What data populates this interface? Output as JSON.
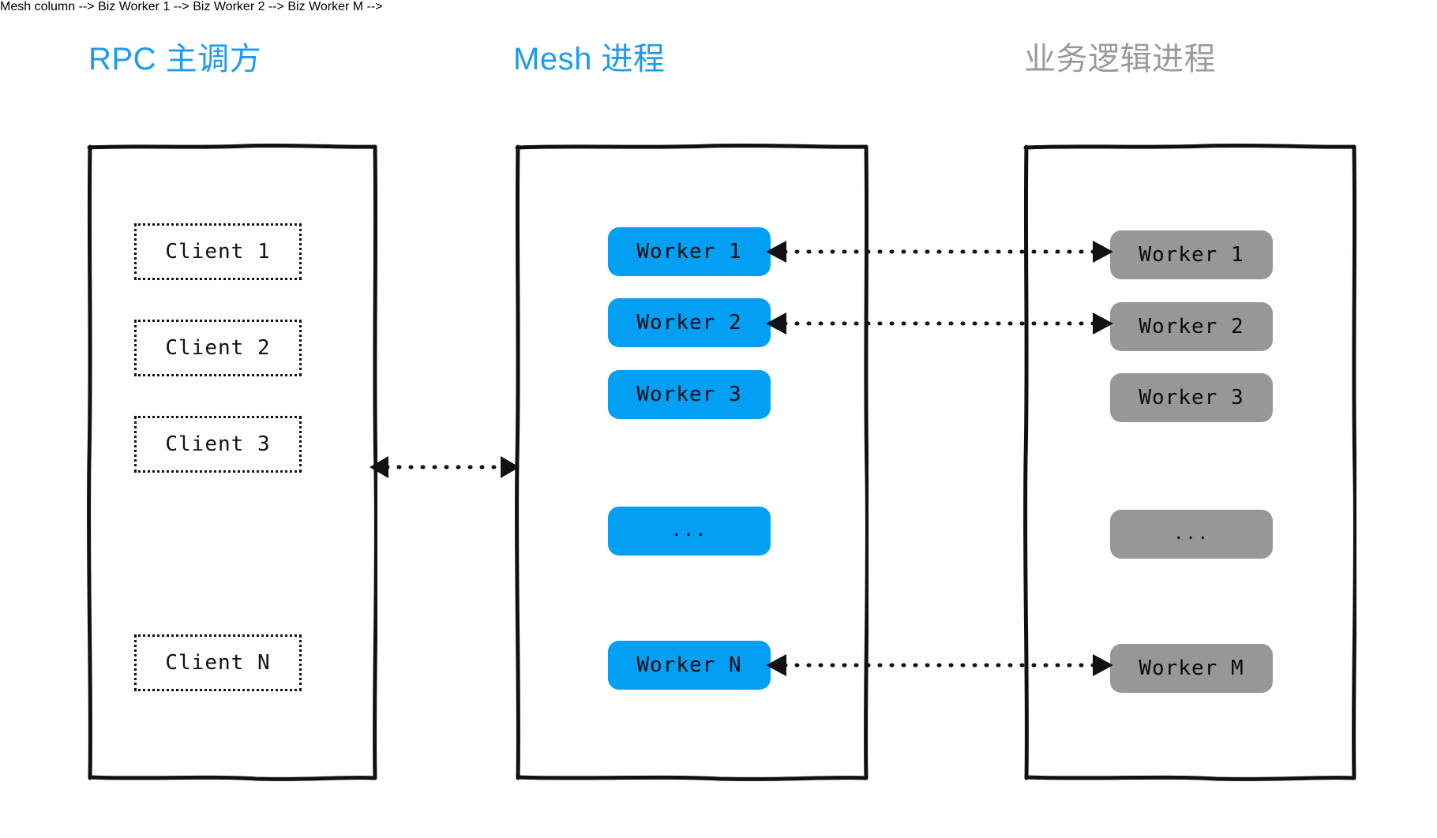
{
  "diagram": {
    "title_bar": {
      "rpc": "RPC 主调方",
      "mesh": "Mesh 进程",
      "biz": "业务逻辑进程"
    },
    "colors": {
      "title_blue": "#1d9bf0",
      "title_gray": "#9a9a9a",
      "mesh_worker_fill": "#029ff5",
      "biz_worker_fill": "#979797",
      "stroke": "#111111",
      "background": "#ffffff"
    },
    "columns": {
      "rpc": {
        "title": "RPC 主调方",
        "items": [
          {
            "label": "Client 1"
          },
          {
            "label": "Client 2"
          },
          {
            "label": "Client 3"
          },
          {
            "label": "Client N"
          }
        ]
      },
      "mesh": {
        "title": "Mesh 进程",
        "items": [
          {
            "label": "Worker 1"
          },
          {
            "label": "Worker 2"
          },
          {
            "label": "Worker 3"
          },
          {
            "label": "..."
          },
          {
            "label": "Worker N"
          }
        ]
      },
      "biz": {
        "title": "业务逻辑进程",
        "items": [
          {
            "label": "Worker 1"
          },
          {
            "label": "Worker 2"
          },
          {
            "label": "Worker 3"
          },
          {
            "label": "..."
          },
          {
            "label": "Worker M"
          }
        ]
      }
    },
    "connectors": [
      {
        "name": "rpc-to-mesh",
        "style": "dotted",
        "arrow": "both"
      },
      {
        "name": "mesh1-to-biz1",
        "style": "dotted",
        "arrow": "both"
      },
      {
        "name": "mesh2-to-biz2",
        "style": "dotted",
        "arrow": "both"
      },
      {
        "name": "meshN-to-bizM",
        "style": "dotted",
        "arrow": "both"
      }
    ]
  }
}
